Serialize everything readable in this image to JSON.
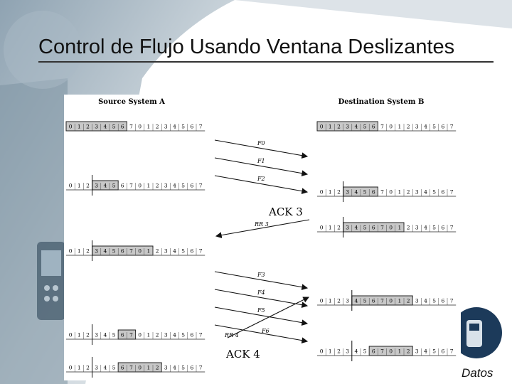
{
  "slide": {
    "title": "Control de Flujo Usando Ventana Deslizantes",
    "footer": "Datos"
  },
  "diagram": {
    "source_header": "Source System A",
    "dest_header": "Destination System B",
    "sequence": [
      "0",
      "1",
      "2",
      "3",
      "4",
      "5",
      "6",
      "7",
      "0",
      "1",
      "2",
      "3",
      "4",
      "5",
      "6",
      "7"
    ],
    "source_rows": [
      {
        "win_start": 0,
        "win_len": 7,
        "mark": null
      },
      {
        "win_start": 3,
        "win_len": 3,
        "mark": 3
      },
      {
        "win_start": 3,
        "win_len": 7,
        "mark": 3
      },
      {
        "win_start": 6,
        "win_len": 2,
        "mark": 3
      },
      {
        "win_start": 6,
        "win_len": 5,
        "mark": 3
      }
    ],
    "dest_rows": [
      {
        "win_start": 0,
        "win_len": 7,
        "mark": null
      },
      {
        "win_start": 3,
        "win_len": 4,
        "mark": 3
      },
      {
        "win_start": 3,
        "win_len": 7,
        "mark": 3
      },
      {
        "win_start": 4,
        "win_len": 7,
        "mark": 4
      },
      {
        "win_start": 6,
        "win_len": 5,
        "mark": 4
      }
    ],
    "messages": {
      "f0": "F0",
      "f1": "F1",
      "f2": "F2",
      "rr3": "RR 3",
      "f3": "F3",
      "f4": "F4",
      "f5": "F5",
      "f6": "F6",
      "rr4": "RR 4"
    },
    "ack3": "ACK 3",
    "ack4": "ACK 4"
  }
}
